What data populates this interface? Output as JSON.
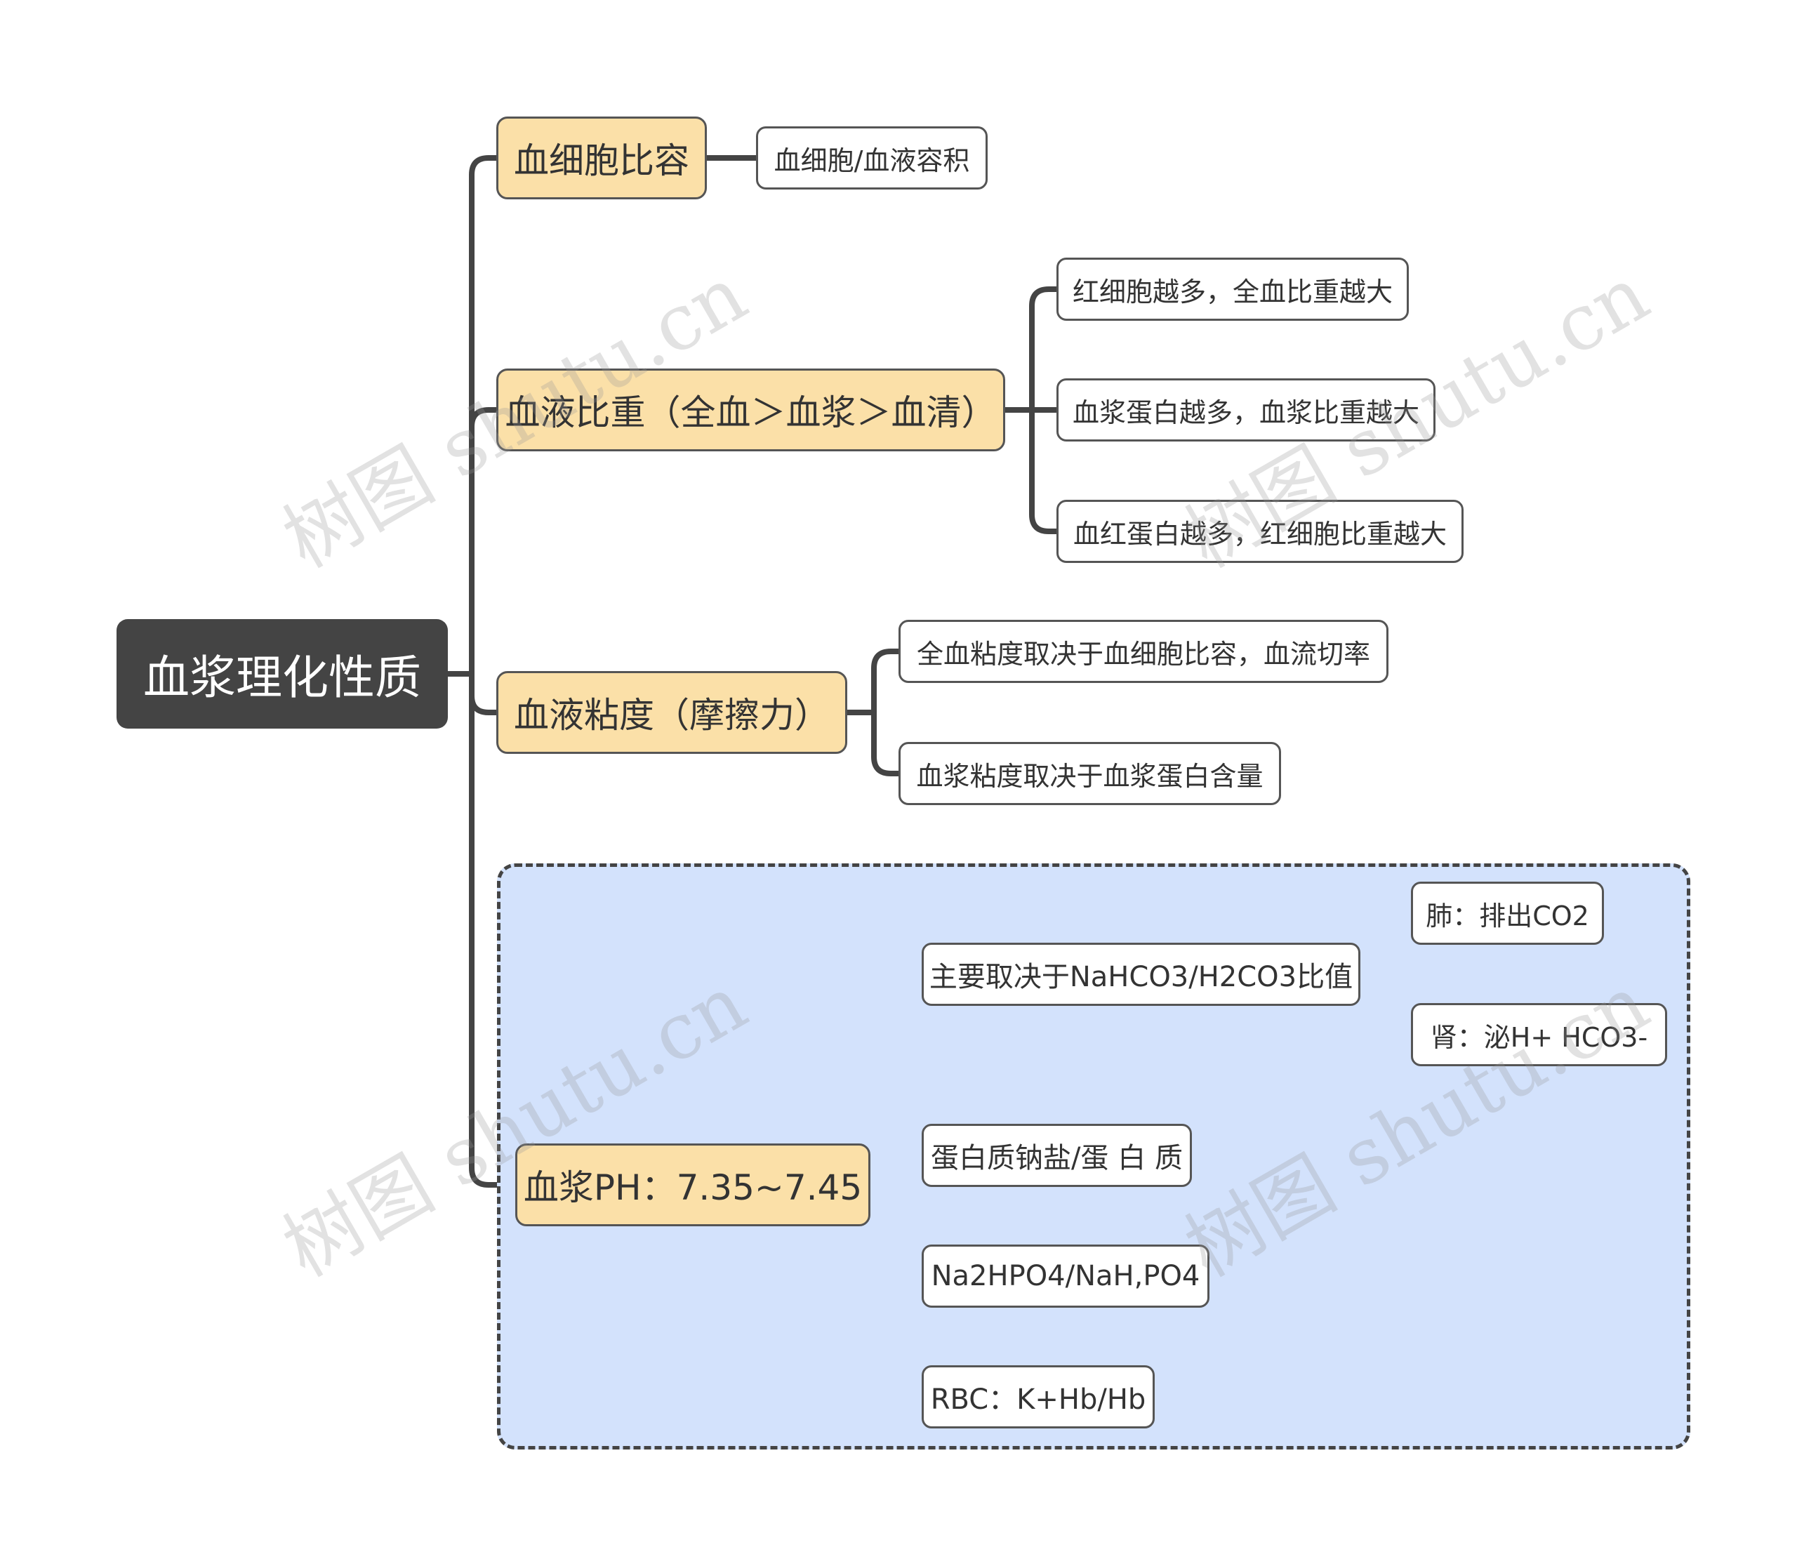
{
  "root": {
    "label": "血浆理化性质"
  },
  "branches": [
    {
      "label": "血细胞比容",
      "children": [
        {
          "label": "血细胞/血液容积"
        }
      ]
    },
    {
      "label": "血液比重（全血＞血浆＞血清）",
      "children": [
        {
          "label": "红细胞越多，全血比重越大"
        },
        {
          "label": "血浆蛋白越多，血浆比重越大"
        },
        {
          "label": "血红蛋白越多，红细胞比重越大"
        }
      ]
    },
    {
      "label": "血液粘度（摩擦力）",
      "children": [
        {
          "label": "全血粘度取决于血细胞比容，血流切率"
        },
        {
          "label": "血浆粘度取决于血浆蛋白含量"
        }
      ]
    },
    {
      "label": "血浆PH：7.35~7.45",
      "children": [
        {
          "label": "主要取决于NaHCO3/H2CO3比值",
          "children": [
            {
              "label": "肺：排出CO2"
            },
            {
              "label": "肾：泌H+   HCO3-"
            }
          ]
        },
        {
          "label": "蛋白质钠盐/蛋 白 质"
        },
        {
          "label": "Na2HPO4/NaH,PO4"
        },
        {
          "label": "RBC：K+Hb/Hb"
        }
      ]
    }
  ],
  "watermark": "树图 shutu.cn",
  "colors": {
    "root_fill": "#444444",
    "branch_fill": "#fbe0a8",
    "summary_fill": "#d3e2fc",
    "line": "#444444"
  }
}
